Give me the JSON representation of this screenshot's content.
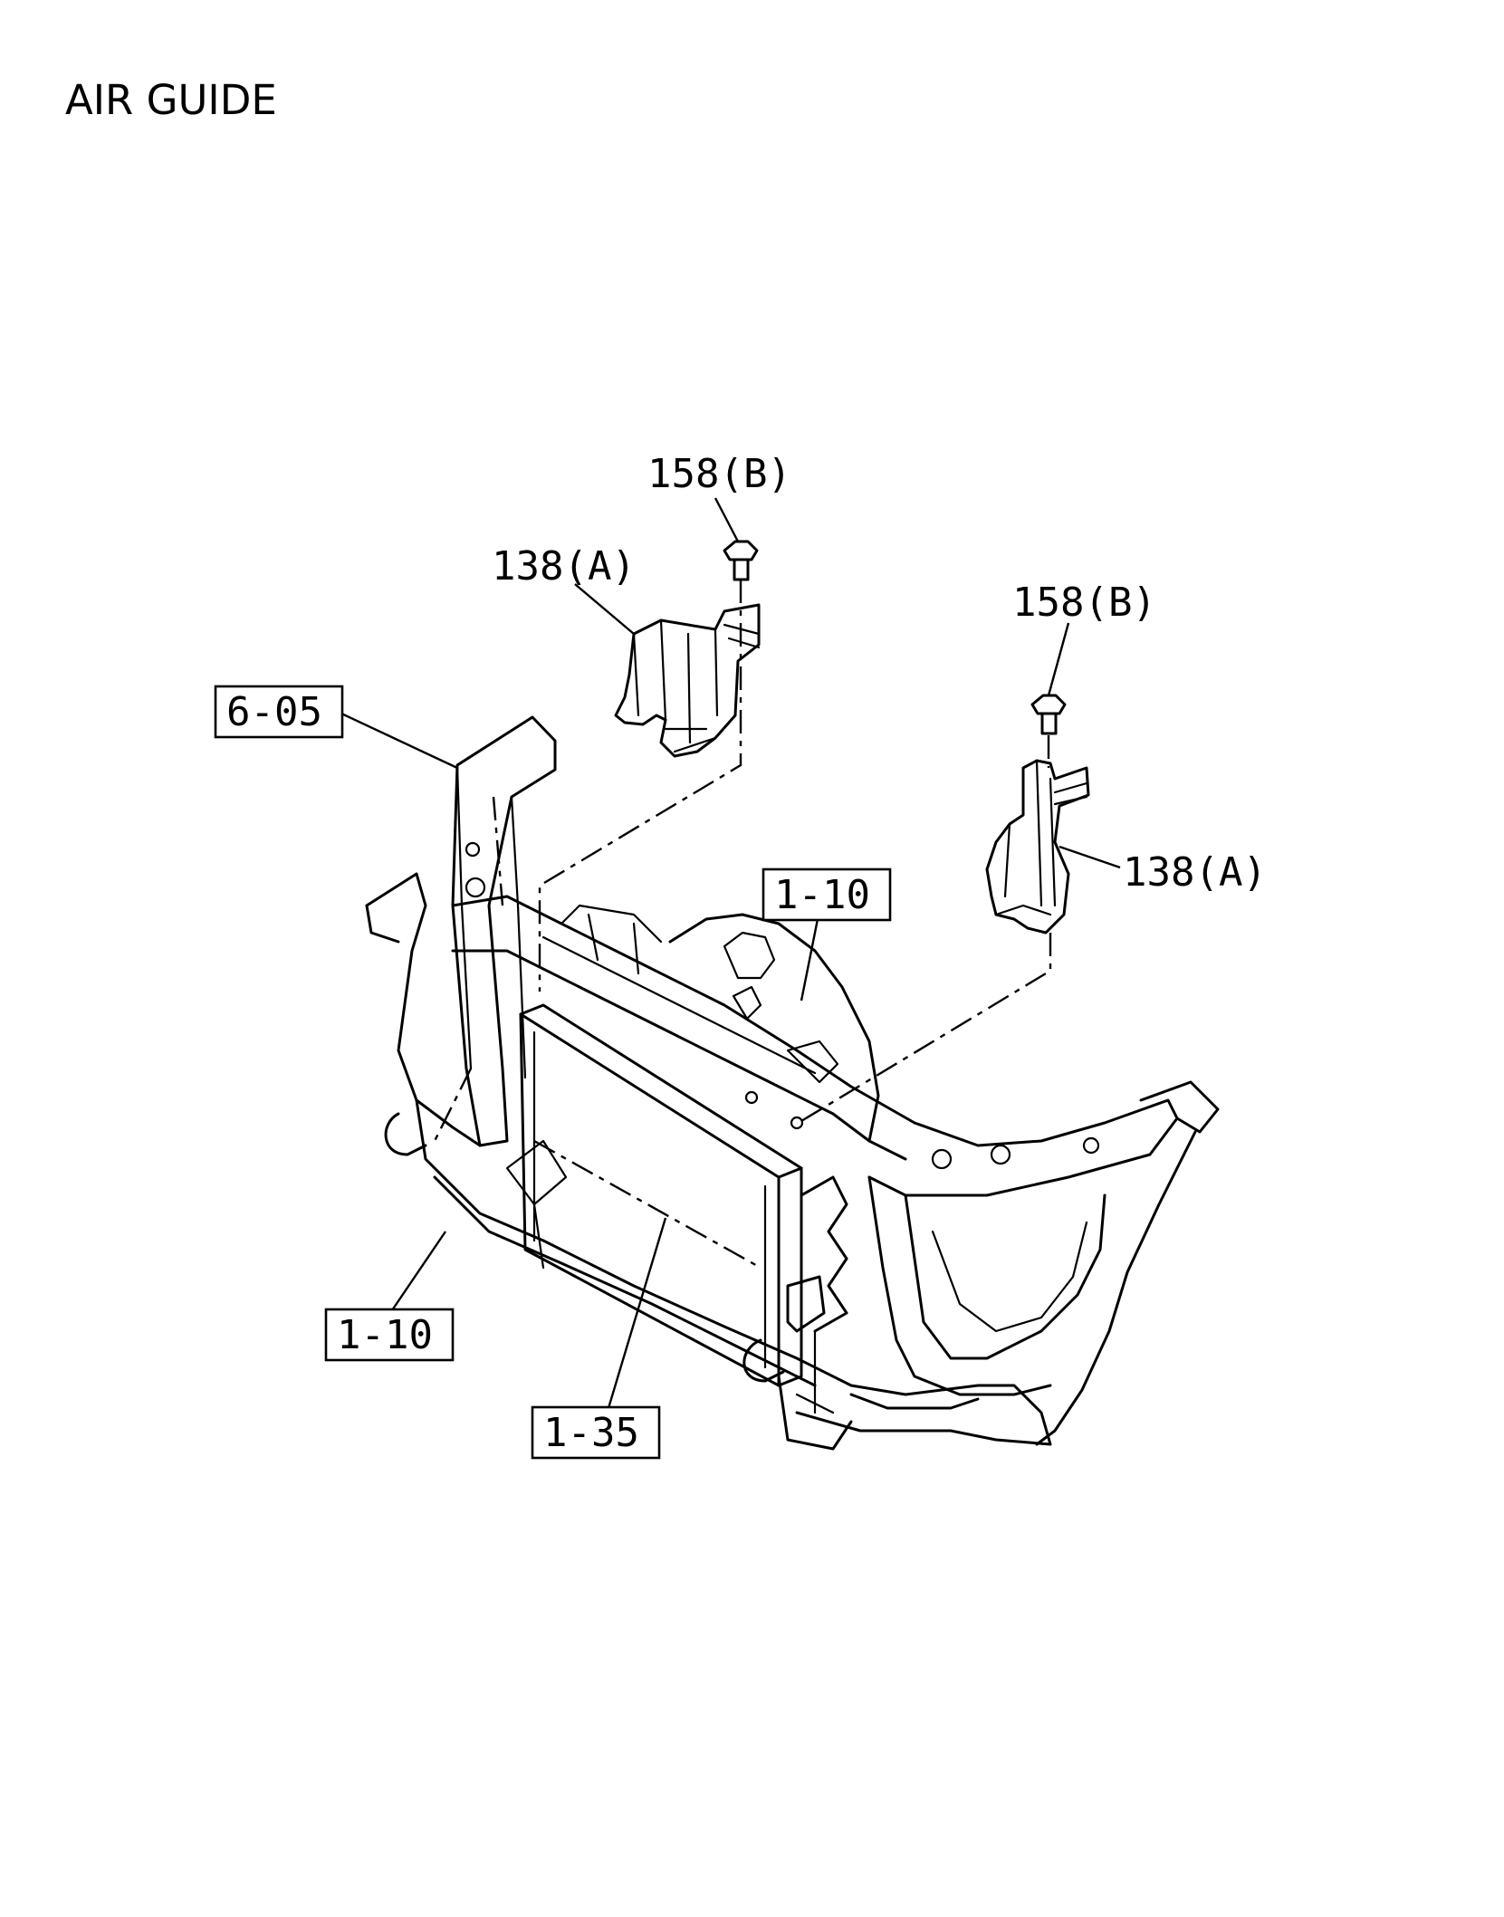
{
  "title": "AIR GUIDE",
  "callouts": {
    "left_clip": "158(B)",
    "left_guide": "138(A)",
    "right_clip": "158(B)",
    "right_guide": "138(A)"
  },
  "references": {
    "top_left": "6-05",
    "top_center": "1-10",
    "bottom_left": "1-10",
    "bottom_center": "1-35"
  }
}
